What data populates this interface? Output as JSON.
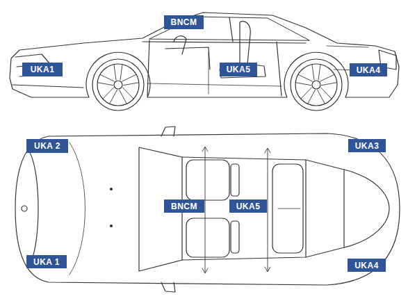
{
  "diagram": {
    "nodes": [
      {
        "text": [
          "BNCM"
        ]
      },
      {
        "text": [
          "UKA1"
        ]
      },
      {
        "text": [
          "UKA5"
        ]
      },
      {
        "text": [
          "UKA4"
        ]
      },
      {
        "text": [
          "UKA 2"
        ]
      },
      {
        "text": [
          "UKA3"
        ]
      },
      {
        "text": [
          "BNCM"
        ]
      },
      {
        "text": [
          "UKA5"
        ]
      },
      {
        "text": [
          "UKA 1"
        ]
      },
      {
        "text": [
          "UKA4"
        ]
      }
    ]
  }
}
